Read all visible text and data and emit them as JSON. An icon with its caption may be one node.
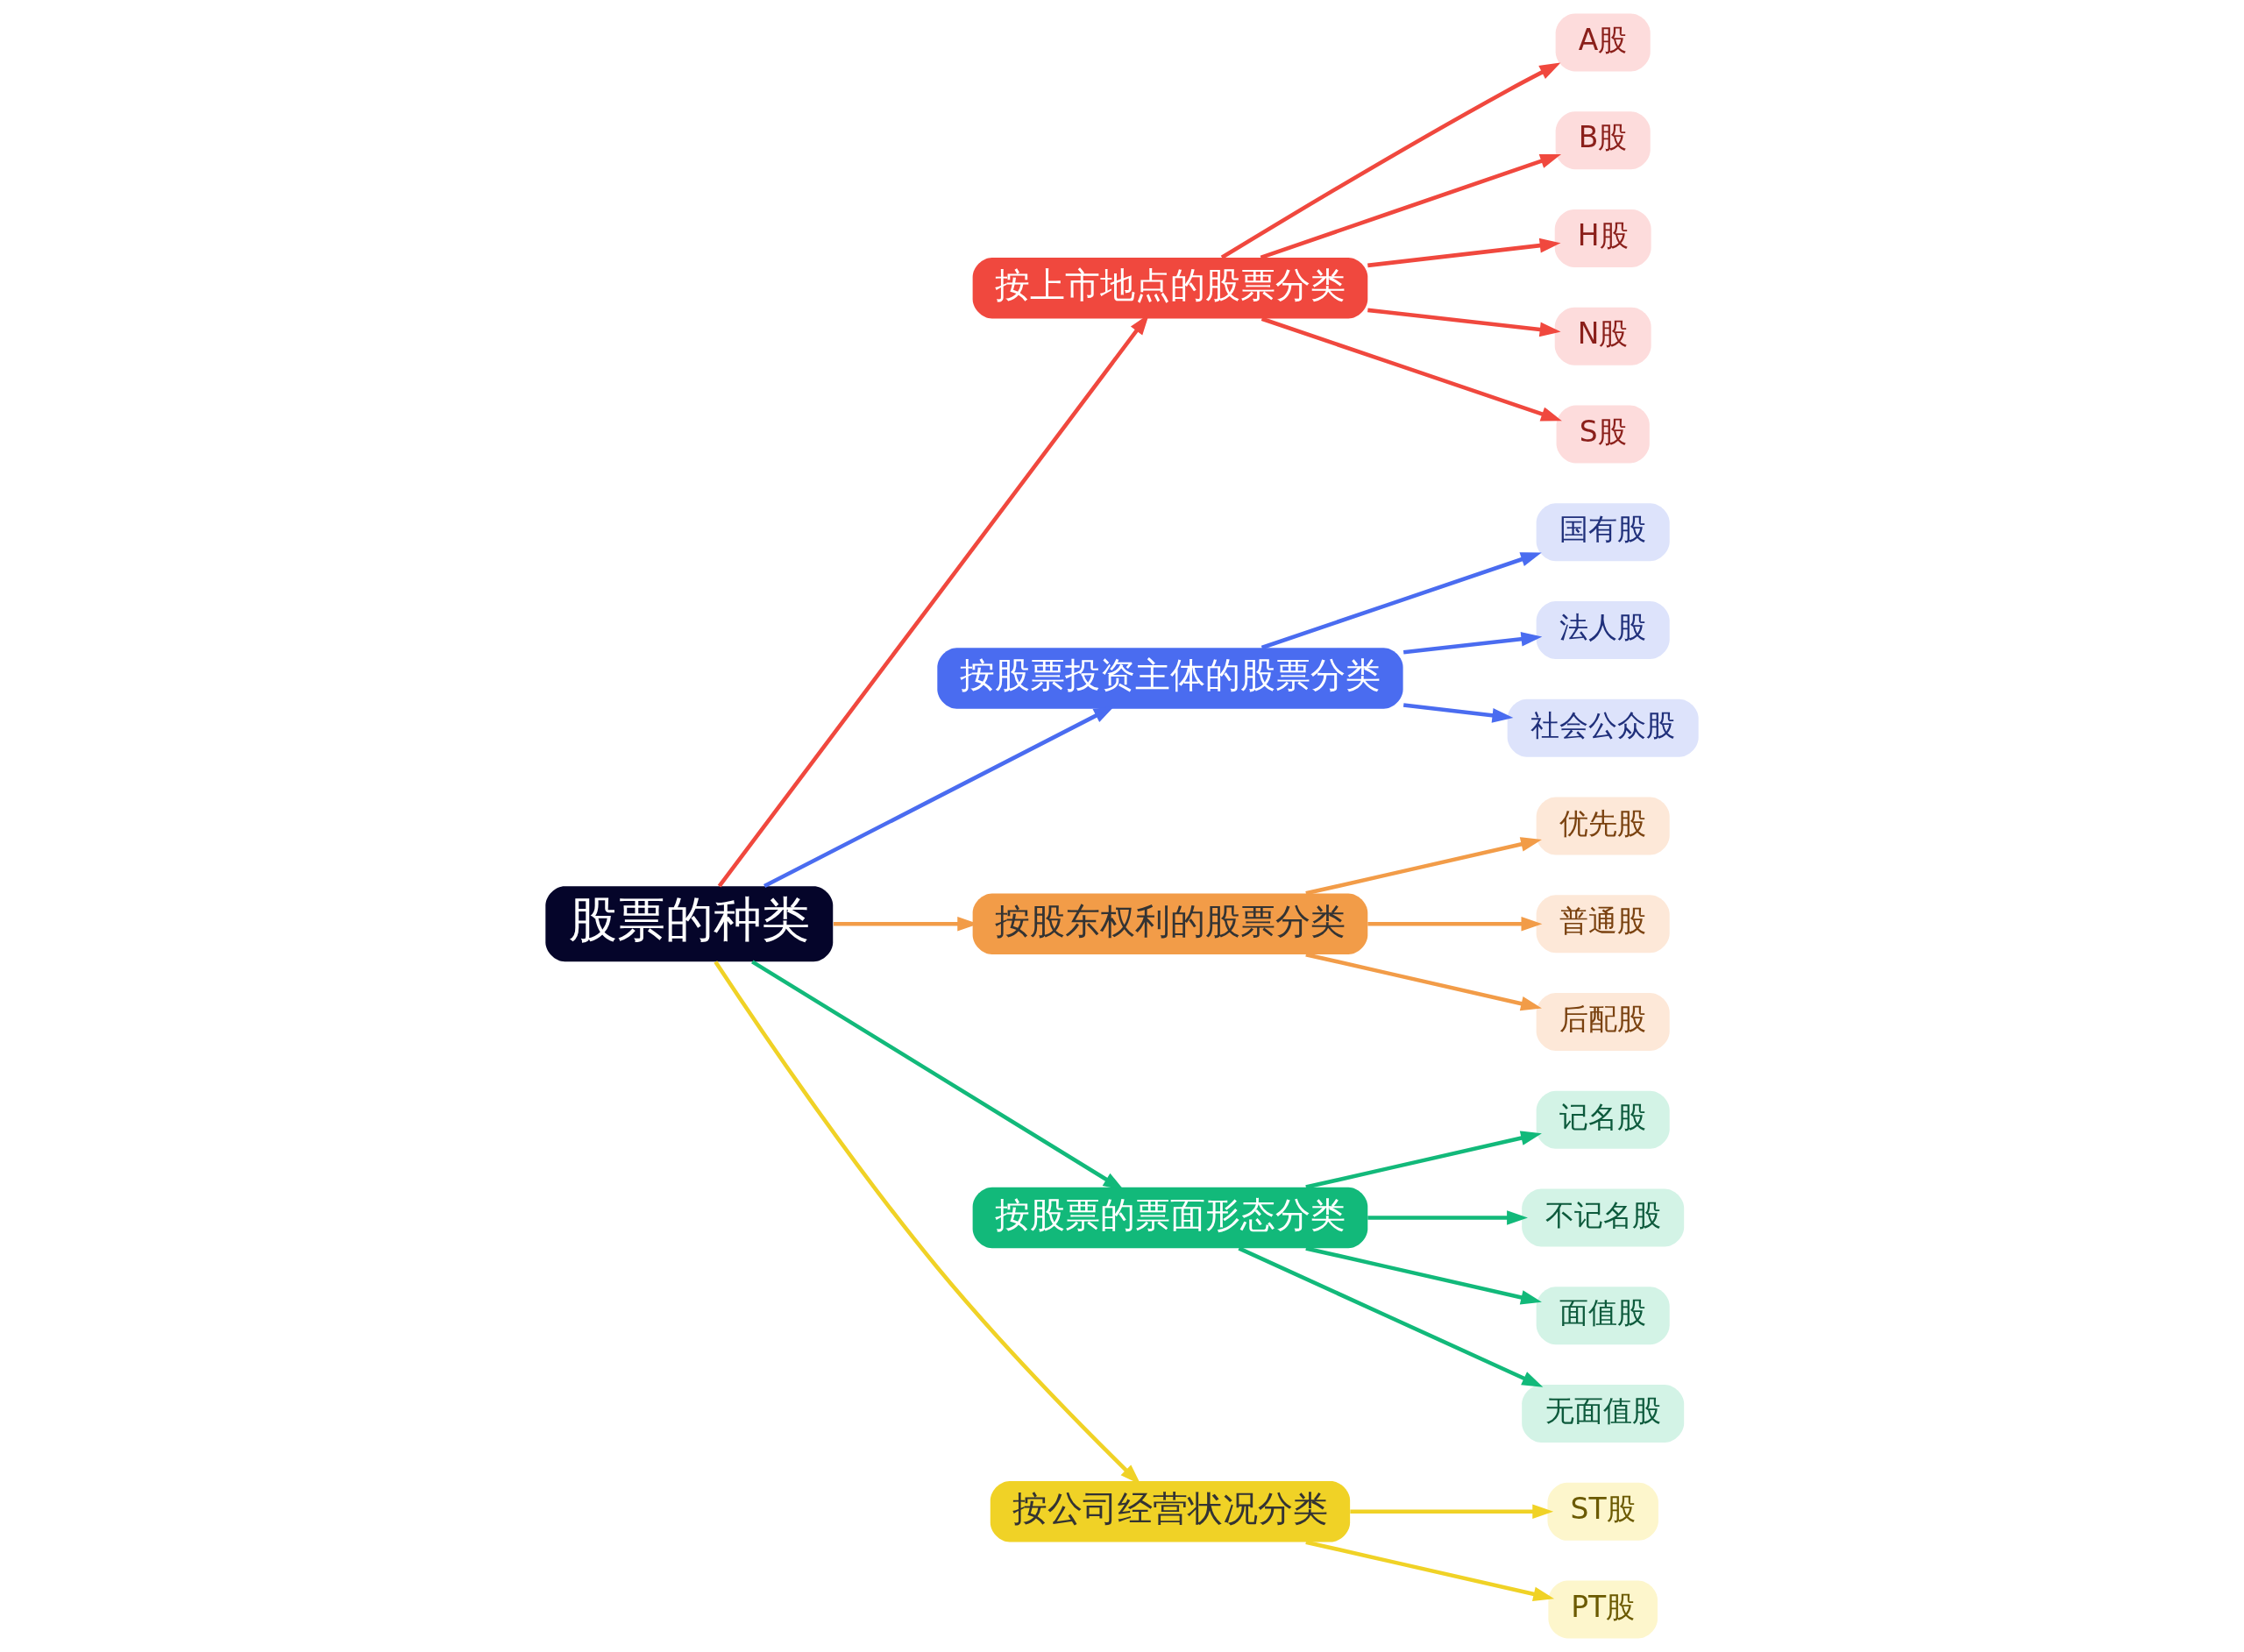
{
  "diagram": {
    "nodes": [
      {
        "text": [
          "股票的种类"
        ]
      },
      {
        "text": [
          "按上市地点的股票分类"
        ]
      },
      {
        "text": [
          "A股"
        ]
      },
      {
        "text": [
          "B股"
        ]
      },
      {
        "text": [
          "H股"
        ]
      },
      {
        "text": [
          "N股"
        ]
      },
      {
        "text": [
          "S股"
        ]
      },
      {
        "text": [
          "按股票投资主体的股票分类"
        ]
      },
      {
        "text": [
          "国有股"
        ]
      },
      {
        "text": [
          "法人股"
        ]
      },
      {
        "text": [
          "社会公众股"
        ]
      },
      {
        "text": [
          "按股东权利的股票分类"
        ]
      },
      {
        "text": [
          "优先股"
        ]
      },
      {
        "text": [
          "普通股"
        ]
      },
      {
        "text": [
          "后配股"
        ]
      },
      {
        "text": [
          "按股票的票面形态分类"
        ]
      },
      {
        "text": [
          "记名股"
        ]
      },
      {
        "text": [
          "不记名股"
        ]
      },
      {
        "text": [
          "面值股"
        ]
      },
      {
        "text": [
          "无面值股"
        ]
      },
      {
        "text": [
          "按公司经营状况分类"
        ]
      },
      {
        "text": [
          "ST股"
        ]
      },
      {
        "text": [
          "PT股"
        ]
      }
    ],
    "edges": [
      {
        "from": 0,
        "to": 1,
        "arrow": "to",
        "color": "#f0483e"
      },
      {
        "from": 1,
        "to": 2,
        "arrow": "to",
        "color": "#f0483e"
      },
      {
        "from": 1,
        "to": 3,
        "arrow": "to",
        "color": "#f0483e"
      },
      {
        "from": 1,
        "to": 4,
        "arrow": "to",
        "color": "#f0483e"
      },
      {
        "from": 1,
        "to": 5,
        "arrow": "to",
        "color": "#f0483e"
      },
      {
        "from": 1,
        "to": 6,
        "arrow": "to",
        "color": "#f0483e"
      },
      {
        "from": 0,
        "to": 7,
        "arrow": "to",
        "color": "#4a6cf0"
      },
      {
        "from": 7,
        "to": 8,
        "arrow": "to",
        "color": "#4a6cf0"
      },
      {
        "from": 7,
        "to": 9,
        "arrow": "to",
        "color": "#4a6cf0"
      },
      {
        "from": 7,
        "to": 10,
        "arrow": "to",
        "color": "#4a6cf0"
      },
      {
        "from": 0,
        "to": 11,
        "arrow": "to",
        "color": "#f29c48"
      },
      {
        "from": 11,
        "to": 12,
        "arrow": "to",
        "color": "#f29c48"
      },
      {
        "from": 11,
        "to": 13,
        "arrow": "to",
        "color": "#f29c48"
      },
      {
        "from": 11,
        "to": 14,
        "arrow": "to",
        "color": "#f29c48"
      },
      {
        "from": 0,
        "to": 15,
        "arrow": "to",
        "color": "#12b97a"
      },
      {
        "from": 15,
        "to": 16,
        "arrow": "to",
        "color": "#12b97a"
      },
      {
        "from": 15,
        "to": 17,
        "arrow": "to",
        "color": "#12b97a"
      },
      {
        "from": 15,
        "to": 18,
        "arrow": "to",
        "color": "#12b97a"
      },
      {
        "from": 15,
        "to": 19,
        "arrow": "to",
        "color": "#12b97a"
      },
      {
        "from": 0,
        "to": 20,
        "arrow": "to",
        "color": "#f0d226"
      },
      {
        "from": 20,
        "to": 21,
        "arrow": "to",
        "color": "#f0d226"
      },
      {
        "from": 20,
        "to": 22,
        "arrow": "to",
        "color": "#f0d226"
      }
    ]
  }
}
